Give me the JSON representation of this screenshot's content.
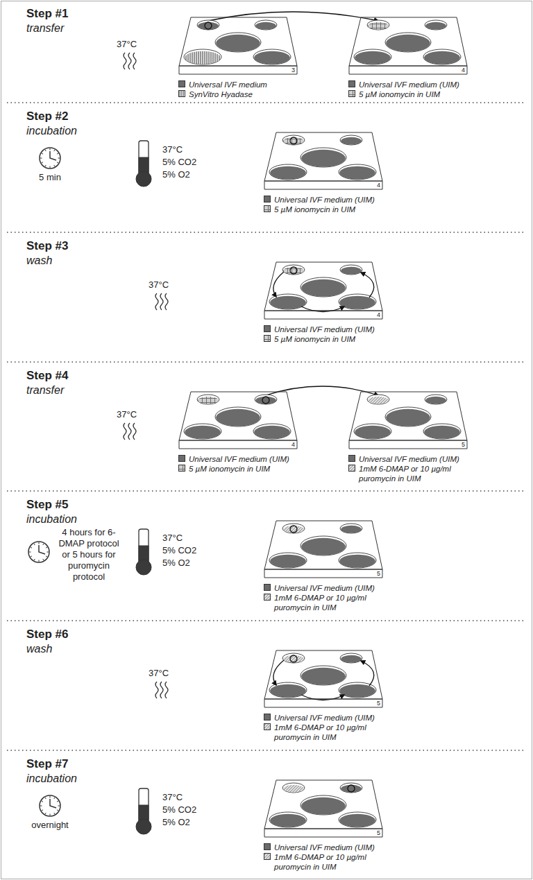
{
  "diagram": {
    "nodes": [
      {
        "text": [
          "3"
        ]
      },
      {
        "text": [
          "4"
        ]
      },
      {
        "text": [
          "4"
        ]
      },
      {
        "text": [
          "4"
        ]
      },
      {
        "text": [
          "4"
        ]
      },
      {
        "text": [
          "5"
        ]
      },
      {
        "text": [
          "5"
        ]
      },
      {
        "text": [
          "5"
        ]
      },
      {
        "text": [
          "5"
        ]
      }
    ],
    "labels": [
      "Step #1",
      "transfer",
      "37°C",
      "Step #2",
      "incubation",
      "5 min",
      "37°C",
      "5% CO2",
      "5% O2",
      "Step #3",
      "wash",
      "37°C",
      "Step #4",
      "transfer",
      "37°C",
      "Step #5",
      "incubation",
      "4 hours for 6-DMAP protocol or 5 hours for puromycin protocol",
      "37°C",
      "5% CO2",
      "5% O2",
      "Step #6",
      "wash",
      "37°C",
      "Step #7",
      "incubation",
      "overnight",
      "37°C",
      "5% CO2",
      "5% O2"
    ],
    "legend": [
      {
        "text": "Universal IVF medium",
        "color": "#6b6b6b"
      },
      {
        "text": "SynVitro Hyadase"
      },
      {
        "text": "Universal IVF medium (UIM)",
        "color": "#6b6b6b"
      },
      {
        "text": "5 µM ionomycin in UIM"
      },
      {
        "text": "Universal IVF medium (UIM)",
        "color": "#6b6b6b"
      },
      {
        "text": "5 µM ionomycin in UIM"
      },
      {
        "text": "Universal IVF medium (UIM)",
        "color": "#6b6b6b"
      },
      {
        "text": "5 µM ionomycin in UIM"
      },
      {
        "text": "Universal IVF medium (UIM)",
        "color": "#6b6b6b"
      },
      {
        "text": "5 µM ionomycin in UIM"
      },
      {
        "text": "Universal IVF medium (UIM)",
        "color": "#6b6b6b"
      },
      {
        "text": "1mM 6-DMAP or 10 µg/ml puromycin in UIM"
      },
      {
        "text": "Universal IVF medium (UIM)",
        "color": "#6b6b6b"
      },
      {
        "text": "1mM 6-DMAP or 10 µg/ml puromycin in UIM"
      },
      {
        "text": "Universal IVF medium (UIM)",
        "color": "#6b6b6b"
      },
      {
        "text": "1mM 6-DMAP or 10 µg/ml puromycin in UIM"
      },
      {
        "text": "Universal IVF medium (UIM)",
        "color": "#6b6b6b"
      },
      {
        "text": "1mM 6-DMAP or 10 µg/ml puromycin in UIM"
      }
    ]
  }
}
